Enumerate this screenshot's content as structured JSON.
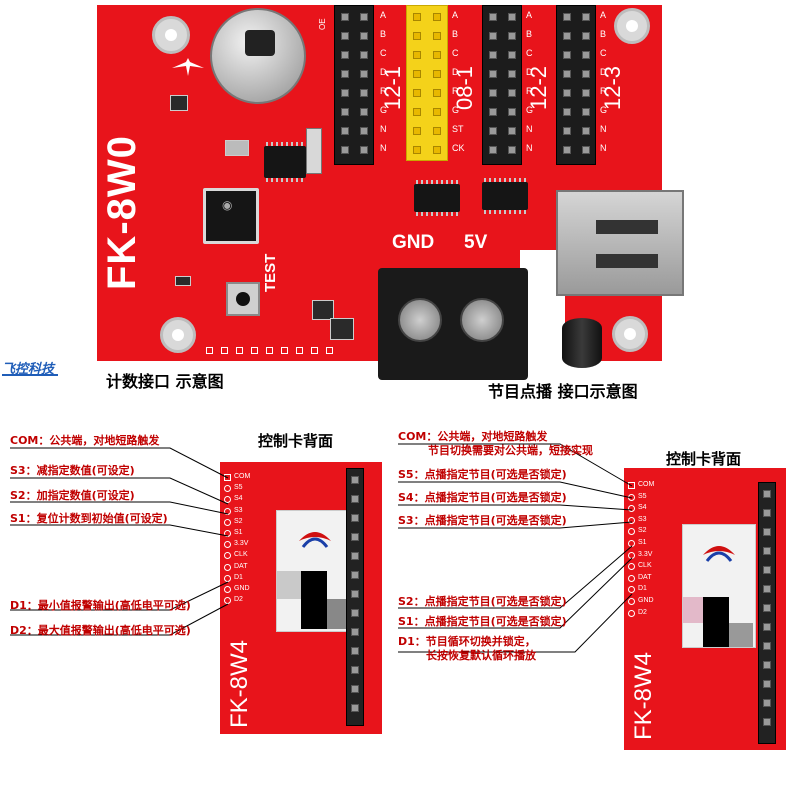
{
  "top_board": {
    "model": "FK-8W0",
    "test_label": "TEST",
    "gnd_label": "GND",
    "v5_label": "5V",
    "header_labels": [
      "12-1",
      "08-1",
      "12-2",
      "12-3"
    ],
    "row_letters": [
      "A",
      "B",
      "C",
      "D",
      "R",
      "G",
      "N",
      "N"
    ],
    "row_letters_08": [
      "A",
      "B",
      "C",
      "D",
      "R",
      "G",
      "ST",
      "CK"
    ],
    "oe_label": "OE"
  },
  "captions": {
    "counting": "计数接口 示意图",
    "program": "节目点播 接口示意图",
    "logo": "飞控科技"
  },
  "left_panel": {
    "title": "控制卡背面",
    "model": "FK-8W4",
    "pins": [
      "COM",
      "S5",
      "S4",
      "S3",
      "S2",
      "S1",
      "3.3V",
      "CLK",
      "DAT",
      "D1",
      "GND",
      "D2"
    ],
    "labels": [
      "COM：公共端，对地短路触发",
      "S3：减指定数值(可设定)",
      "S2：加指定数值(可设定)",
      "S1：复位计数到初始值(可设定)",
      "D1：最小值报警输出(高低电平可选)",
      "D2：最大值报警输出(高低电平可选)"
    ]
  },
  "right_panel": {
    "title": "控制卡背面",
    "model": "FK-8W4",
    "pins": [
      "COM",
      "S5",
      "S4",
      "S3",
      "S2",
      "S1",
      "3.3V",
      "CLK",
      "DAT",
      "D1",
      "GND",
      "D2"
    ],
    "labels_top": [
      "COM：公共端，对地短路触发",
      "节目切换需要对公共端，短接实现",
      "S5：点播指定节目(可选是否锁定)",
      "S4：点播指定节目(可选是否锁定)",
      "S3：点播指定节目(可选是否锁定)"
    ],
    "labels_bottom": [
      "S2：点播指定节目(可选是否锁定)",
      "S1：点播指定节目(可选是否锁定)",
      "D1：节目循环切换并锁定，",
      "长按恢复默认循环播放"
    ]
  },
  "colors": {
    "board": "#e8141b",
    "label_red": "#c00000"
  }
}
